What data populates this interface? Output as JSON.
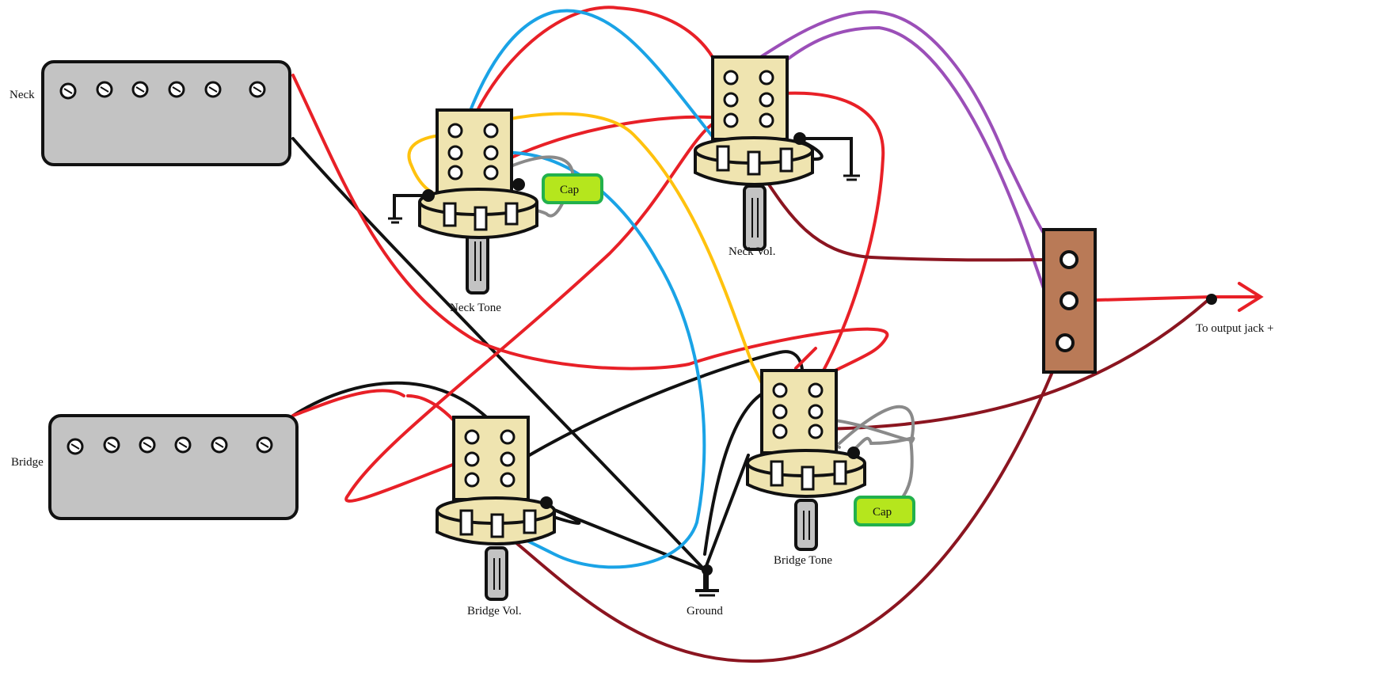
{
  "labels": {
    "neck_pickup": "Neck",
    "bridge_pickup": "Bridge",
    "neck_tone": "Neck Tone",
    "neck_vol": "Neck Vol.",
    "bridge_vol": "Bridge Vol.",
    "bridge_tone": "Bridge Tone",
    "ground": "Ground",
    "output": "To output jack +",
    "cap1": "Cap",
    "cap2": "Cap"
  },
  "colors": {
    "red": "#e82027",
    "black": "#111111",
    "blue": "#1aa3e6",
    "yellow": "#ffc20e",
    "purple": "#9b4fb8",
    "darkred": "#8b1520",
    "gray": "#8a8a8a",
    "pickup": "#c3c3c3",
    "pot": "#efe4b0",
    "cap": "#b5e61d",
    "capborder": "#22b14c",
    "strip": "#b97a57"
  }
}
